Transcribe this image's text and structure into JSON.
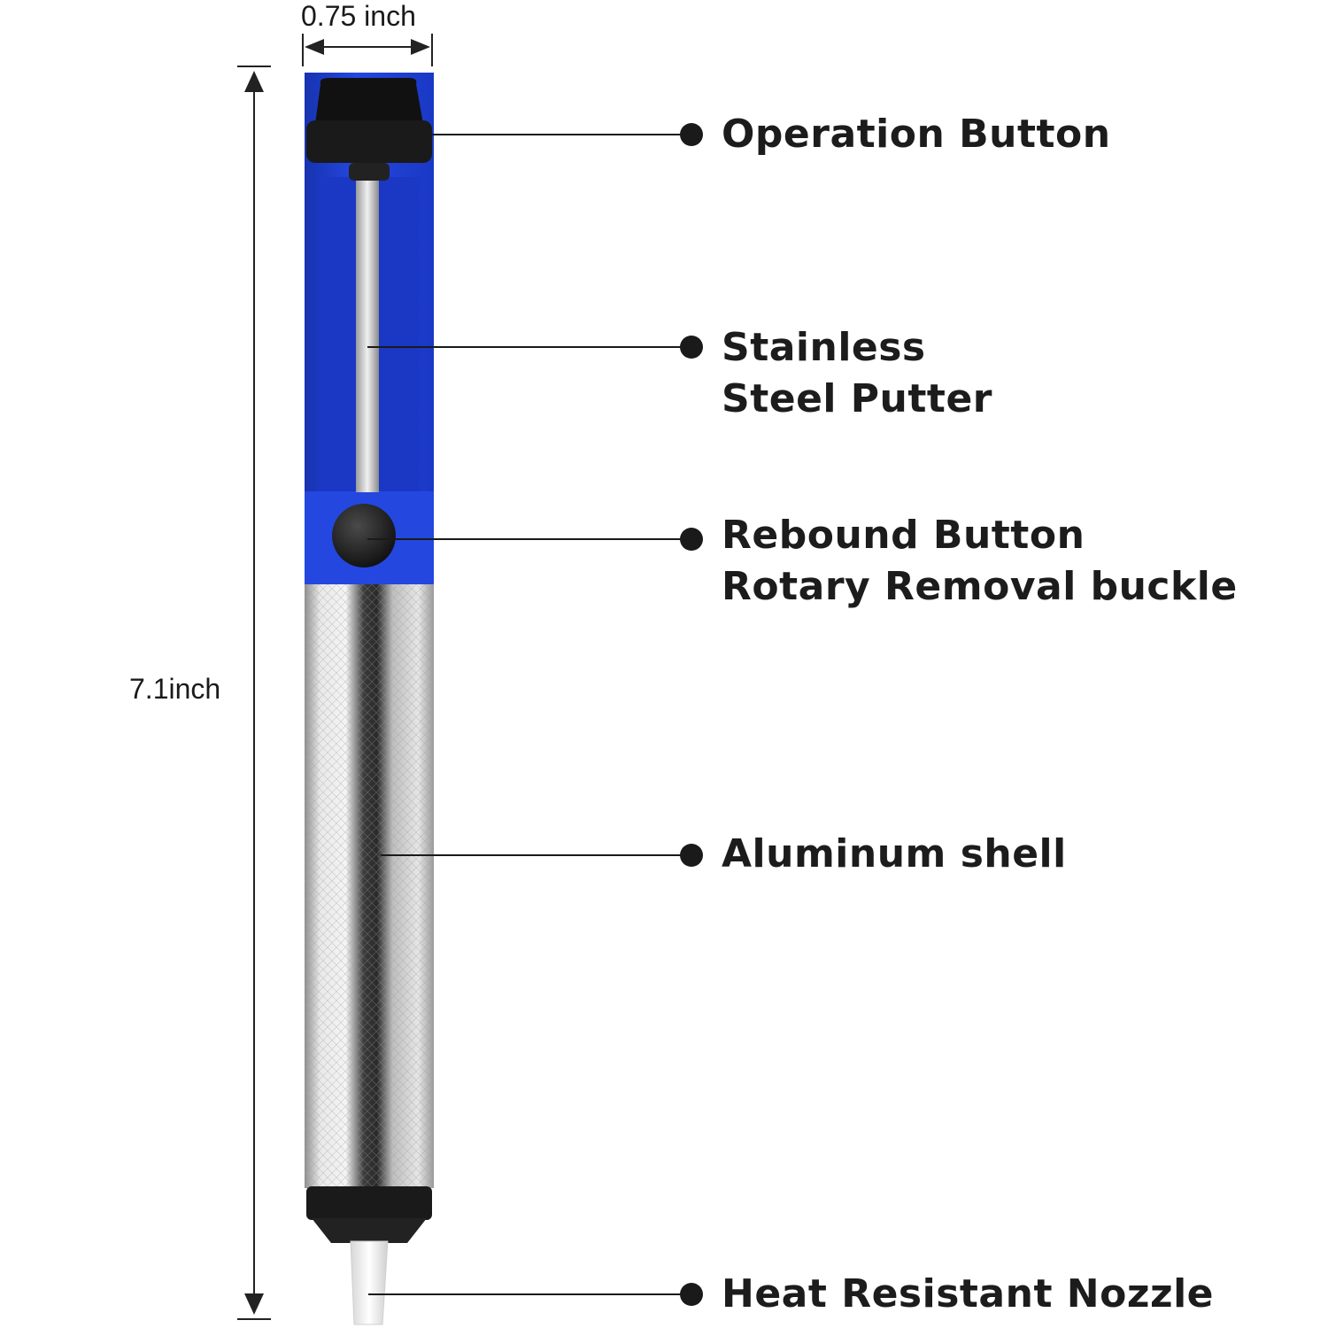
{
  "dimensions": {
    "width_label": "0.75 inch",
    "height_label": "7.1inch"
  },
  "callouts": [
    {
      "id": "operation-button",
      "lines": [
        "Operation Button"
      ]
    },
    {
      "id": "stainless-steel-putter",
      "lines": [
        "Stainless",
        "Steel Putter"
      ]
    },
    {
      "id": "rebound-button",
      "lines": [
        "Rebound Button",
        "Rotary Removal buckle"
      ]
    },
    {
      "id": "aluminum-shell",
      "lines": [
        "Aluminum shell"
      ]
    },
    {
      "id": "heat-resistant-nozzle",
      "lines": [
        "Heat Resistant Nozzle"
      ]
    }
  ],
  "colors": {
    "body_blue": "#1f3fd6",
    "button_black": "#1a1a1a",
    "aluminum": "#c8c8c8",
    "text": "#1c1c1c"
  }
}
